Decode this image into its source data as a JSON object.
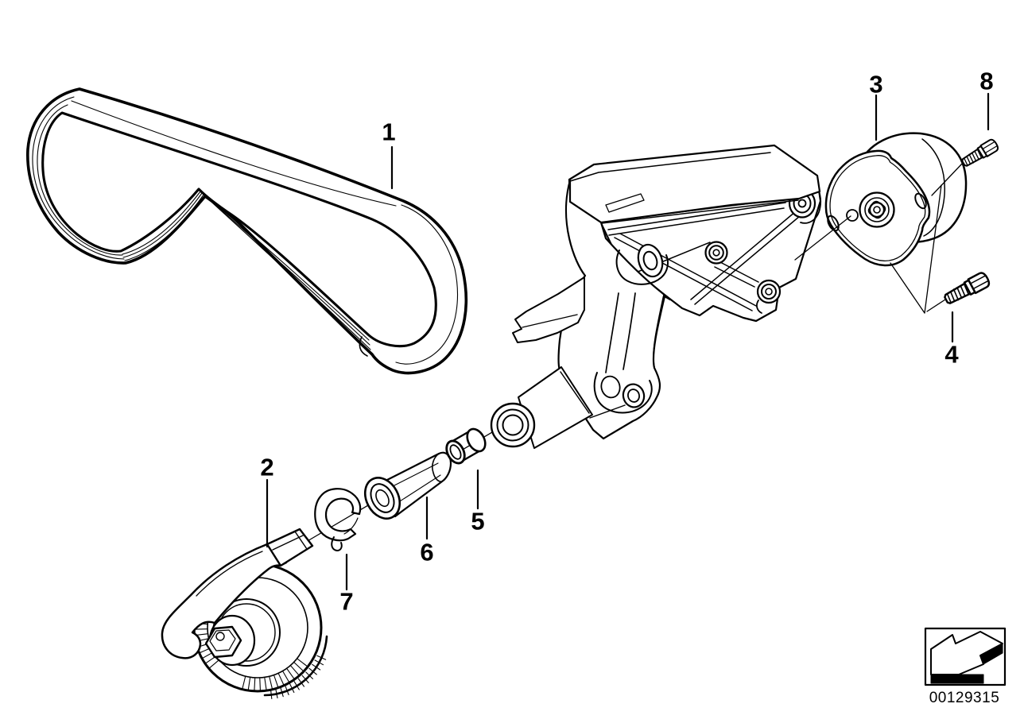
{
  "diagram": {
    "background_color": "#ffffff",
    "line_color": "#000000",
    "callouts": [
      {
        "label": "1"
      },
      {
        "label": "2"
      },
      {
        "label": "3"
      },
      {
        "label": "4"
      },
      {
        "label": "5"
      },
      {
        "label": "6"
      },
      {
        "label": "7"
      },
      {
        "label": "8"
      }
    ]
  },
  "footer": {
    "part_number": "00129315",
    "icon": "direction-arrow-icon"
  }
}
